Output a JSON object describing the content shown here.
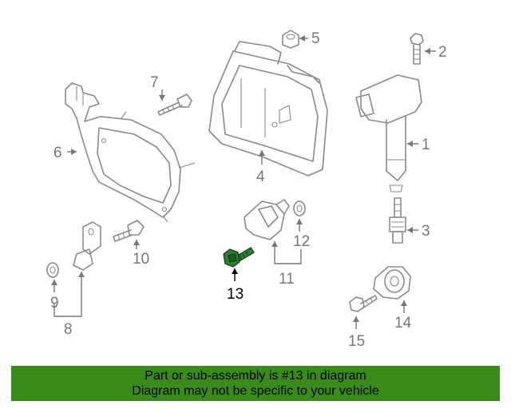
{
  "callouts": {
    "c1": "1",
    "c2": "2",
    "c3": "3",
    "c4": "4",
    "c5": "5",
    "c6": "6",
    "c7": "7",
    "c8": "8",
    "c9": "9",
    "c10": "10",
    "c11": "11",
    "c12": "12",
    "c13": "13",
    "c14": "14",
    "c15": "15"
  },
  "highlight": {
    "color": "#2f7d32"
  },
  "banner": {
    "line1": "Part or sub-assembly is #13 in diagram",
    "line2": "Diagram may not be specific to your vehicle",
    "background": "#3a8a1c"
  }
}
